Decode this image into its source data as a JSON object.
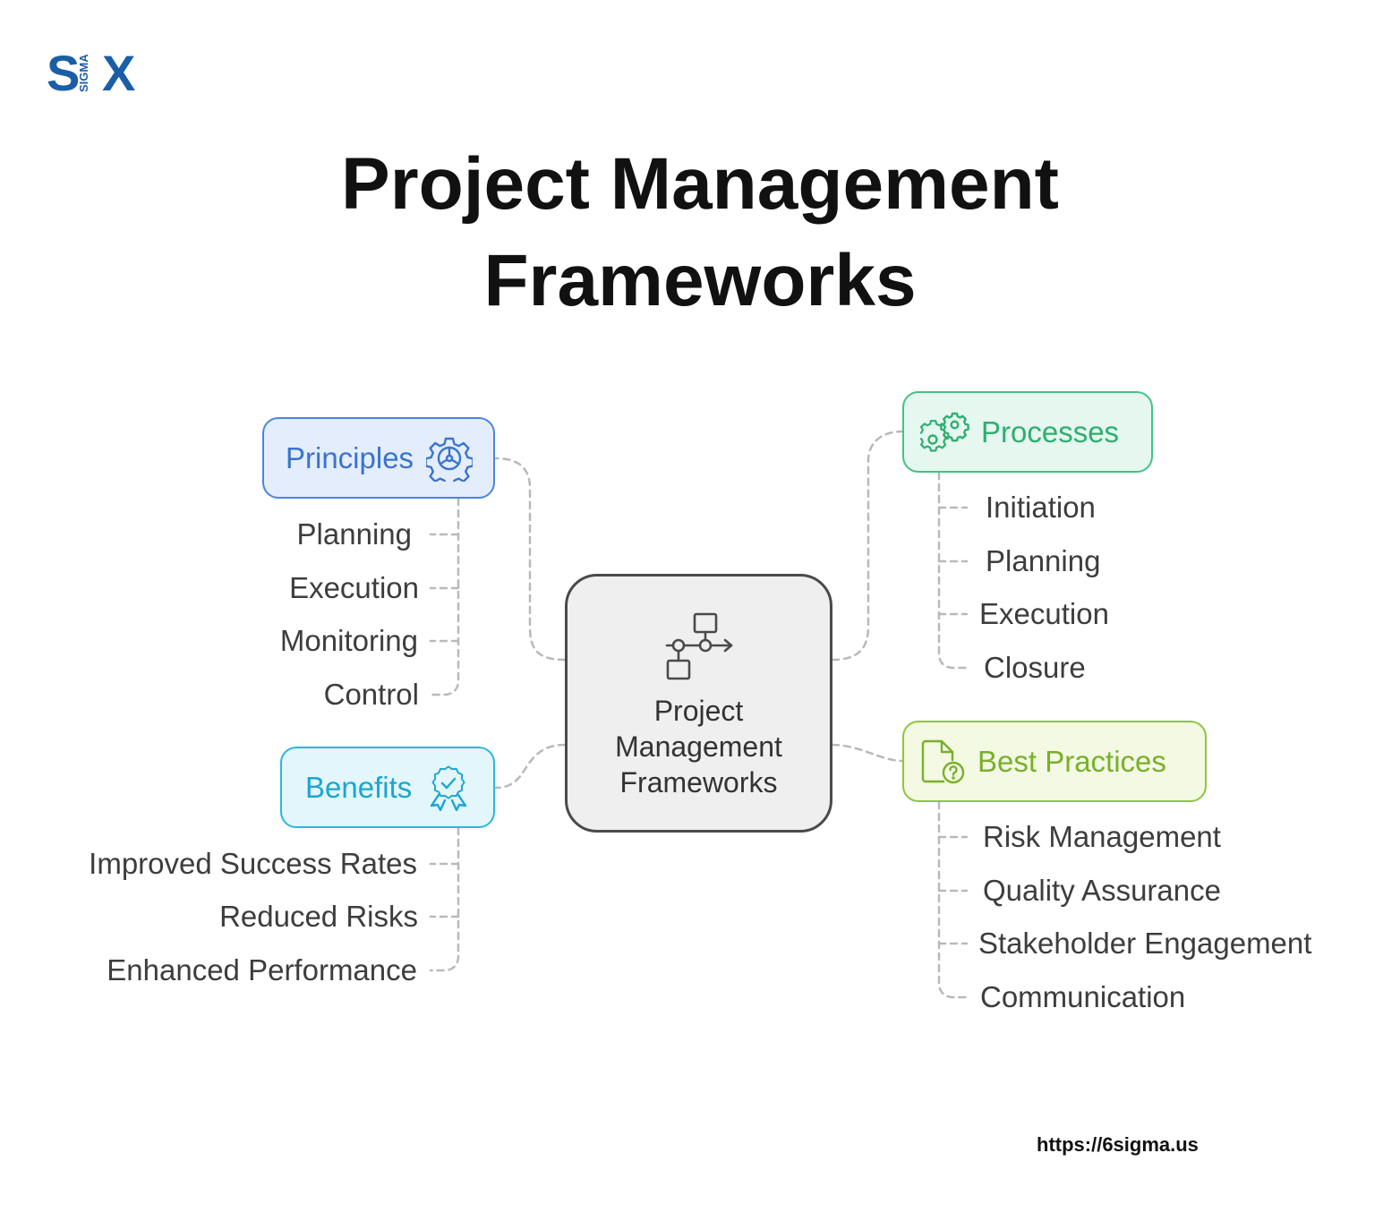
{
  "logo": {
    "left": "S",
    "middle": "SIGMA",
    "right": "X"
  },
  "title": {
    "line1": "Project Management",
    "line2": "Frameworks"
  },
  "center": {
    "label_lines": [
      "Project",
      "Management",
      "Frameworks"
    ],
    "icon": "workflow-diagram-icon"
  },
  "branches": {
    "principles": {
      "label": "Principles",
      "icon": "gear-wheel-icon",
      "color": "#4a86dc",
      "items": [
        "Planning",
        "Execution",
        "Monitoring",
        "Control"
      ]
    },
    "processes": {
      "label": "Processes",
      "icon": "gears-icon",
      "color": "#43c287",
      "items": [
        "Initiation",
        "Planning",
        "Execution",
        "Closure"
      ]
    },
    "benefits": {
      "label": "Benefits",
      "icon": "award-badge-icon",
      "color": "#28b7de",
      "items": [
        "Improved Success Rates",
        "Reduced Risks",
        "Enhanced Performance"
      ]
    },
    "best_practices": {
      "label": "Best Practices",
      "icon": "document-question-icon",
      "color": "#8dc63f",
      "items": [
        "Risk Management",
        "Quality Assurance",
        "Stakeholder Engagement",
        "Communication"
      ]
    }
  },
  "footer": {
    "url": "https://6sigma.us"
  }
}
